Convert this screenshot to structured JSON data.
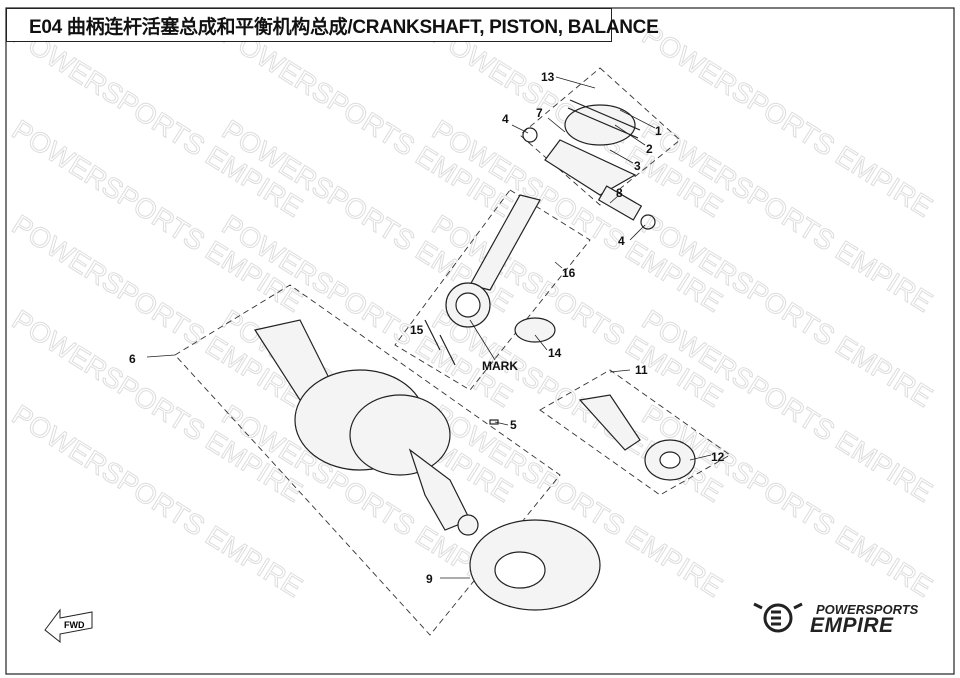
{
  "title": "E04 曲柄连杆活塞总成和平衡机构总成/CRANKSHAFT, PISTON, BALANCE",
  "watermark": "POWERSPORTS EMPIRE",
  "callouts": [
    {
      "label": "13"
    },
    {
      "label": "1"
    },
    {
      "label": "7"
    },
    {
      "label": "4"
    },
    {
      "label": "2"
    },
    {
      "label": "3"
    },
    {
      "label": "8"
    },
    {
      "label": "4"
    },
    {
      "label": "16"
    },
    {
      "label": "15"
    },
    {
      "label": "14"
    },
    {
      "label": "MARK"
    },
    {
      "label": "6"
    },
    {
      "label": "11"
    },
    {
      "label": "5"
    },
    {
      "label": "12"
    },
    {
      "label": "9"
    }
  ],
  "fwd_label": "FWD",
  "logo": {
    "line1": "POWERSPORTS",
    "line2": "EMPIRE"
  }
}
